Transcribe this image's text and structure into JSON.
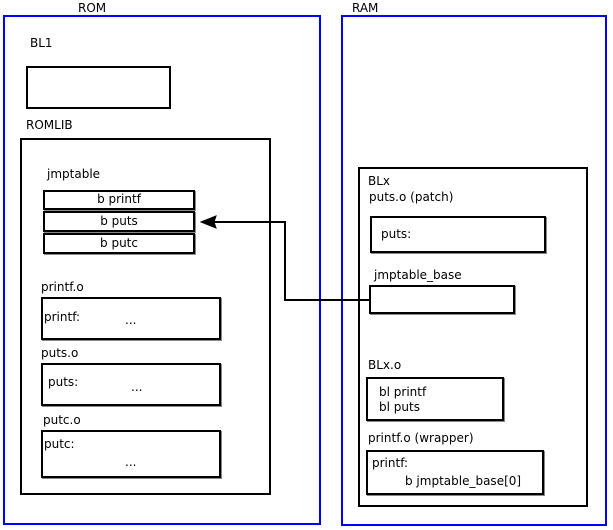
{
  "diagram": {
    "title": "ROMLIB jump table patching diagram",
    "colors": {
      "region_border": "#0000ff",
      "box_border": "#000000",
      "background": "#ffffff",
      "text": "#000000"
    }
  },
  "regions": [
    {
      "id": "rom",
      "label": "ROM"
    },
    {
      "id": "ram",
      "label": "RAM"
    }
  ],
  "rom": {
    "bl1": {
      "label": "BL1"
    },
    "romlib": {
      "label": "ROMLIB"
    },
    "jmptable": {
      "label": "jmptable",
      "entries": [
        {
          "text": "b printf"
        },
        {
          "text": "b puts"
        },
        {
          "text": "b putc"
        }
      ]
    },
    "objects": [
      {
        "label": "printf.o",
        "symbol": "printf:",
        "body": "..."
      },
      {
        "label": "puts.o",
        "symbol": "puts:",
        "body": "..."
      },
      {
        "label": "putc.o",
        "symbol": "putc:",
        "body": "..."
      }
    ]
  },
  "ram": {
    "blx": {
      "label": "BLx",
      "puts_patch": {
        "label": "puts.o (patch)",
        "symbol": "puts:"
      },
      "jmptable_base": {
        "label": "jmptable_base"
      },
      "blx_o": {
        "label": "BLx.o",
        "lines": [
          "bl printf",
          "bl puts"
        ]
      },
      "printf_wrapper": {
        "label": "printf.o (wrapper)",
        "symbol": "printf:",
        "instruction": "b jmptable_base[0]"
      }
    }
  },
  "connector": {
    "name": "jmptable-base-to-b-puts-arrow",
    "from": "jmptable_base",
    "to": "b puts"
  }
}
